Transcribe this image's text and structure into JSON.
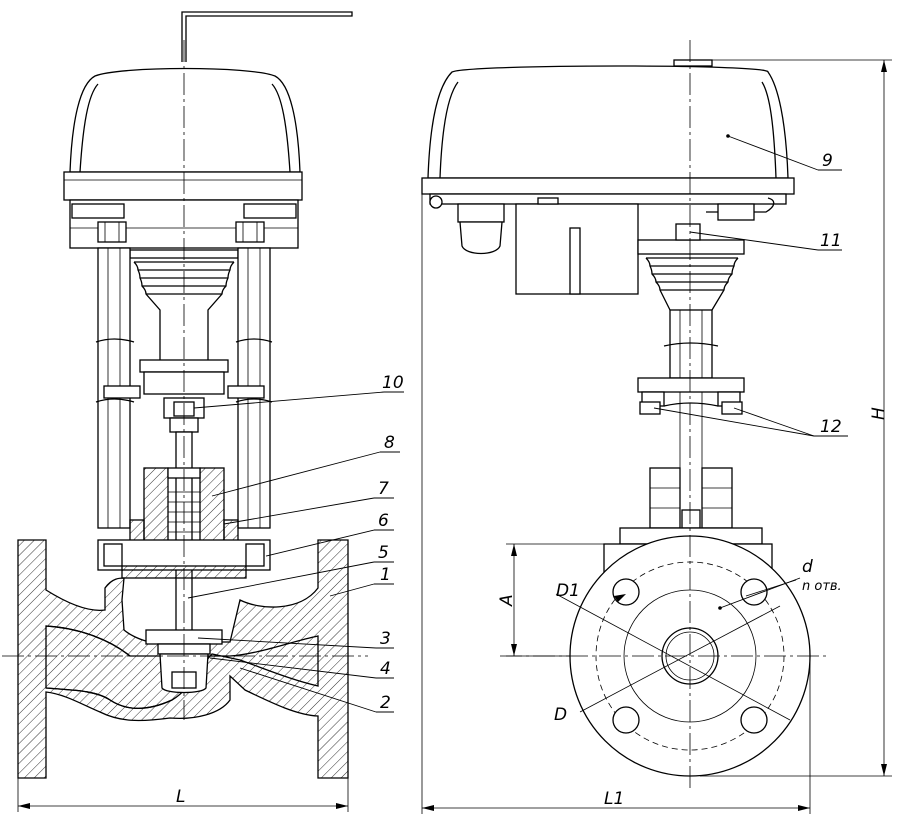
{
  "callouts": {
    "c1": "1",
    "c2": "2",
    "c3": "3",
    "c4": "4",
    "c5": "5",
    "c6": "6",
    "c7": "7",
    "c8": "8",
    "c9": "9",
    "c10": "10",
    "c11": "11",
    "c12": "12"
  },
  "dimensions": {
    "L": "L",
    "L1": "L1",
    "H": "H",
    "A": "A",
    "D": "D",
    "D1": "D1",
    "d": "d",
    "n_holes": "n отв."
  }
}
